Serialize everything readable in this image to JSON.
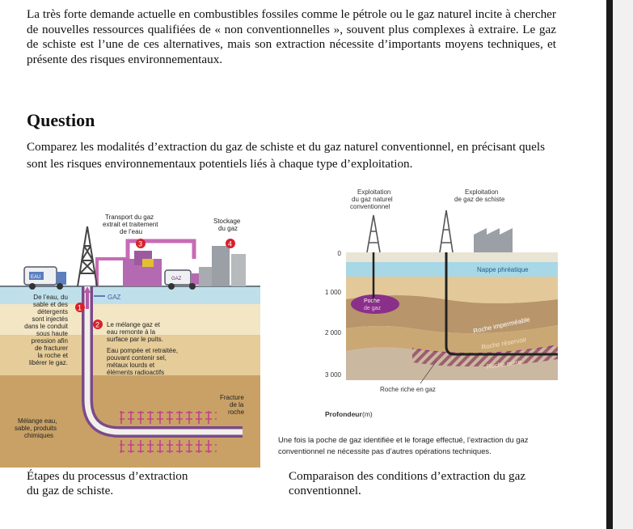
{
  "intro": "La très forte demande actuelle en combustibles fossiles comme le pétrole ou le gaz naturel incite à chercher de nouvelles ressources qualifiées de « non conventionnelles », souvent plus complexes à extraire. Le gaz de schiste est l’une de ces alternatives, mais son extraction nécessite d’importants moyens techniques, et présente des risques environnementaux.",
  "question": {
    "title": "Question",
    "text": "Comparez les modalités d’extraction du gaz de schiste et du gaz naturel conventionnel, en précisant quels sont les risques environnementaux potentiels liés à chaque type d’exploitation."
  },
  "figure_left": {
    "transport_line1": "Transport du gaz",
    "transport_line2": "extrait et traitement",
    "transport_line3": "de l’eau",
    "stockage_line1": "Stockage",
    "stockage_line2": "du gaz",
    "eau_tag": "EAU",
    "gaz_tag": "GAZ",
    "gaz_label": "GAZ",
    "badge1": "1",
    "badge2": "2",
    "badge3": "3",
    "badge4": "4",
    "l1_line1": "De l’eau, du",
    "l1_line2": "sable et des",
    "l1_line3": "détergents",
    "l1_line4": "sont injectés",
    "l1_line5": "dans le conduit",
    "l1_line6": "sous haute",
    "l1_line7": "pression afin",
    "l1_line8": "de fracturer",
    "l1_line9": "la roche et",
    "l1_line10": "libérer le gaz.",
    "m1_line1": "Le mélange gaz et",
    "m1_line2": "eau remonte à la",
    "m1_line3": "surface par le puits.",
    "m2_line1": "Eau pompée et retraitée,",
    "m2_line2": "pouvant contenir sel,",
    "m2_line3": "métaux lourds et",
    "m2_line4": "éléments radioactifs",
    "fracture_line1": "Fracture",
    "fracture_line2": "de la",
    "fracture_line3": "roche",
    "melange_line1": "Mélange eau,",
    "melange_line2": "sable, produits",
    "melange_line3": "chimiques",
    "caption_line1": "Étapes du processus d’extraction",
    "caption_line2": "du gaz de schiste."
  },
  "figure_right": {
    "conv_line1": "Exploitation",
    "conv_line2": "du gaz naturel",
    "conv_line3": "conventionnel",
    "schiste_line1": "Exploitation",
    "schiste_line2": "de gaz de schiste",
    "depth_0": "0",
    "depth_1000": "1 000",
    "depth_2000": "2 000",
    "depth_3000": "3 000",
    "nappe": "Nappe phréatique",
    "poche_line1": "Poche",
    "poche_line2": "de gaz",
    "roche_imper": "Roche imperméable",
    "roche_reservoir": "Roche réservoir",
    "roche_mere": "Roche mère",
    "roche_riche": "Roche riche en gaz",
    "profondeur": "Profondeur",
    "unit": "(m)",
    "note_line1": "Une fois la poche de gaz identifiée et le forage effectué, l’extraction du gaz",
    "note_line2": "conventionnel ne nécessite pas d’autres opérations techniques.",
    "caption_line1": "Comparaison des conditions d’extraction du gaz",
    "caption_line2": "conventionnel."
  }
}
